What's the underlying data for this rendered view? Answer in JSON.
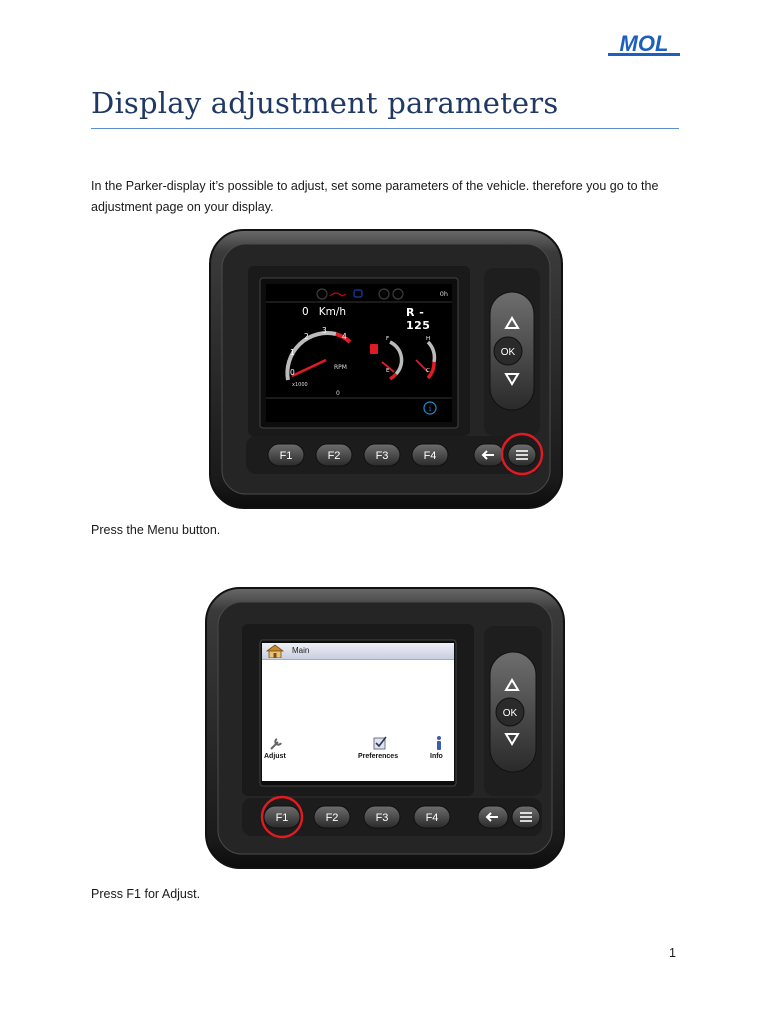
{
  "header": {
    "logo_text": "MOL"
  },
  "title": "Display adjustment parameters",
  "paragraphs": {
    "intro": "In the Parker-display it’s possible to adjust, set some parameters of the vehicle. therefore you go to the adjustment page on your display.",
    "step1": "Press the Menu button.",
    "step2": "Press F1 for Adjust."
  },
  "page_number": "1",
  "device": {
    "fkeys": [
      "F1",
      "F2",
      "F3",
      "F4"
    ],
    "ok_label": "OK"
  },
  "dashboard": {
    "speed": "0",
    "speed_unit": "Km/h",
    "gear": "R -  125",
    "hours": "0h",
    "rpm_label": "RPM",
    "rpm_multiplier": "x1000",
    "rpm_value": "0",
    "rpm_ticks": [
      "0",
      "1",
      "2",
      "3",
      "4"
    ],
    "fuel_labels": [
      "F",
      "E"
    ],
    "temp_labels": [
      "H",
      "C"
    ]
  },
  "menu_screen": {
    "title": "Main",
    "softkeys": [
      "Adjust",
      "Preferences",
      "Info"
    ]
  },
  "colors": {
    "title": "#1f3864",
    "rule": "#5b8fd2",
    "logo": "#1d5fbf",
    "highlight_circle": "#e11b22"
  }
}
